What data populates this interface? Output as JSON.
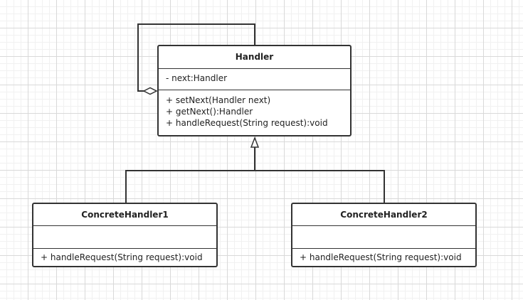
{
  "diagram": {
    "classes": [
      {
        "name": "Handler",
        "attributes": [
          "- next:Handler"
        ],
        "operations": [
          "+ setNext(Handler next)",
          "+ getNext():Handler",
          "+ handleRequest(String request):void"
        ]
      },
      {
        "name": "ConcreteHandler1",
        "attributes": [],
        "operations": [
          "+ handleRequest(String request):void"
        ]
      },
      {
        "name": "ConcreteHandler2",
        "attributes": [],
        "operations": [
          "+ handleRequest(String request):void"
        ]
      }
    ],
    "relationships": [
      {
        "type": "aggregation",
        "from": "Handler",
        "to": "Handler"
      },
      {
        "type": "generalization",
        "from": "ConcreteHandler1",
        "to": "Handler"
      },
      {
        "type": "generalization",
        "from": "ConcreteHandler2",
        "to": "Handler"
      }
    ],
    "colors": {
      "grid": "#e6e6e6",
      "stroke": "#333333",
      "fill": "#ffffff"
    }
  }
}
